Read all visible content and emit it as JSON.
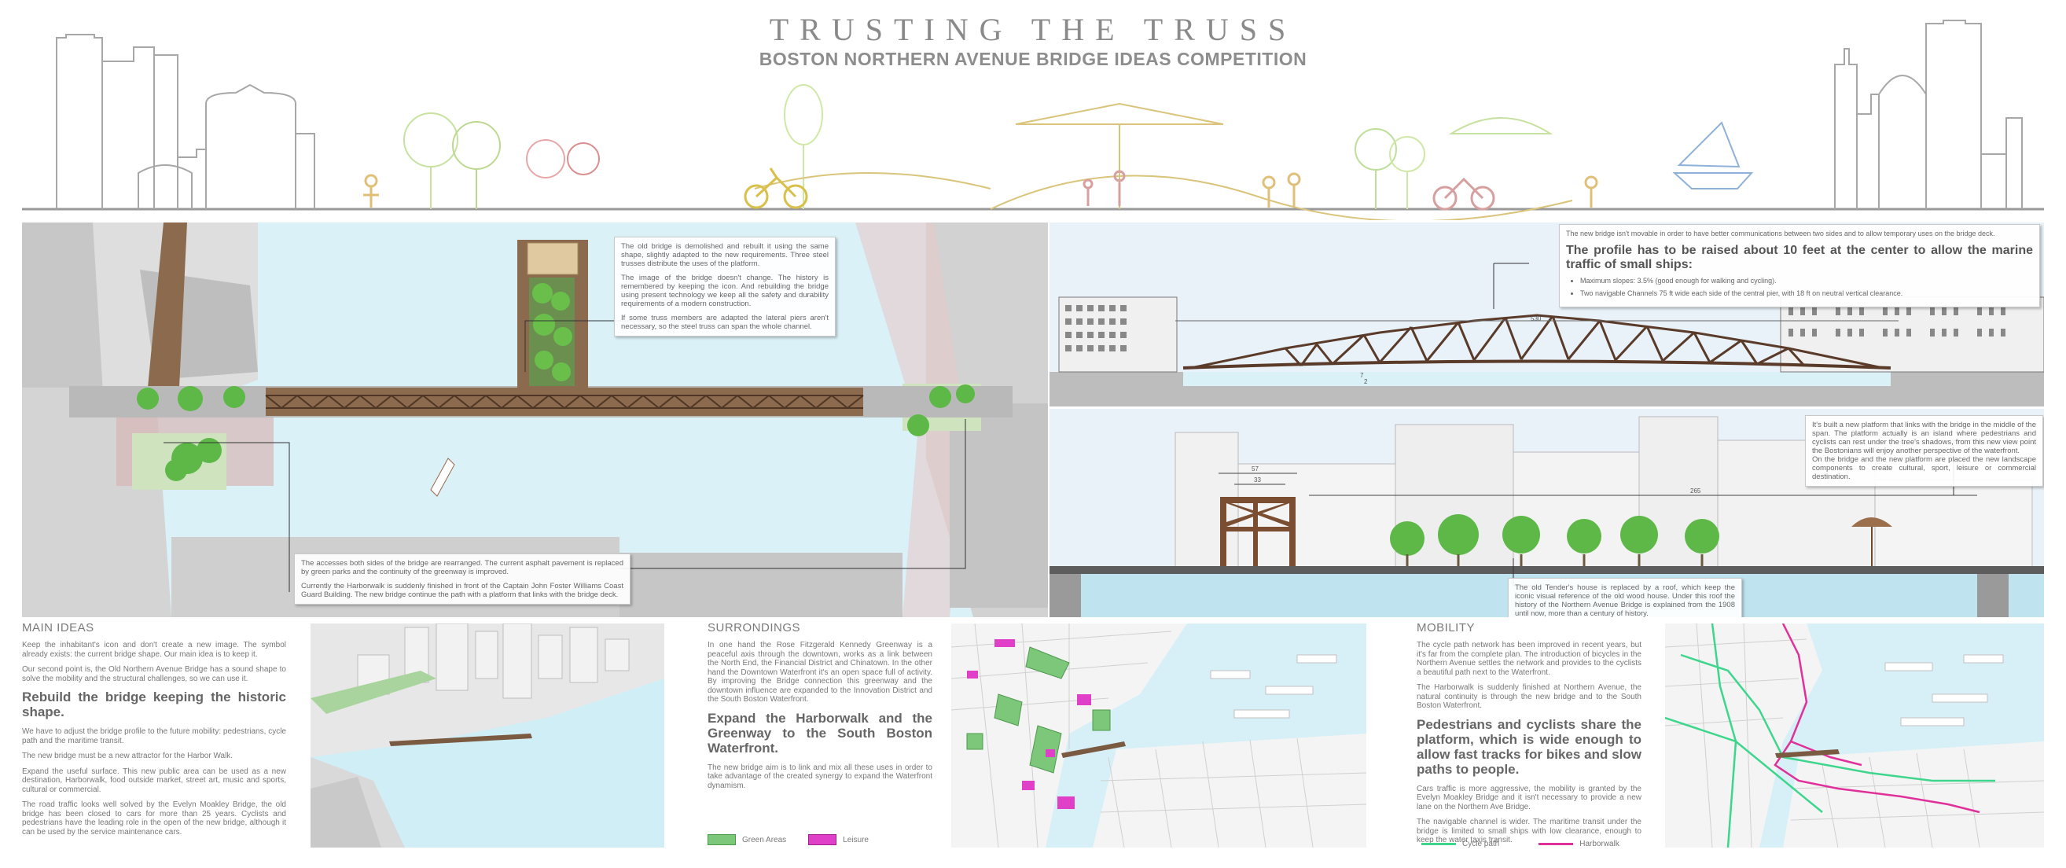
{
  "header": {
    "title": "TRUSTING THE TRUSS",
    "subtitle": "BOSTON NORTHERN AVENUE BRIDGE IDEAS COMPETITION"
  },
  "plan": {
    "callout_top": [
      "The old bridge is demolished and rebuilt it using the same shape, slightly adapted to the new requirements. Three steel trusses distribute the uses of the platform.",
      "The image of the bridge doesn't change. The history is remembered by keeping the icon. And rebuilding the bridge using present technology we keep all the safety and durability requirements of a modern construction.",
      "If some truss members are adapted the lateral piers aren't necessary, so the steel truss can span the whole channel."
    ],
    "callout_bottom": [
      "The accesses both sides of the bridge are rearranged. The current asphalt pavement is replaced by green parks and the continuity of the greenway is improved.",
      "Currently the Harborwalk is suddenly finished in front of the Captain John Foster Williams Coast Guard Building. The new bridge continue the path with a platform that links with the bridge deck."
    ]
  },
  "elevation": {
    "callout_intro": "The new bridge isn't movable in order to have better communications between two sides and to allow temporary uses on the bridge deck.",
    "callout_heading": "The profile has to be raised about 10 feet at the center to allow the marine traffic of small ships:",
    "callout_bullets": [
      "Maximum slopes: 3.5% (good enough for walking and cycling).",
      "Two navigable Channels 75 ft wide each side of the central pier, with 18 ft on neutral vertical clearance."
    ],
    "dim_span": "530",
    "dim_left": "7",
    "dim_right": "2"
  },
  "section": {
    "callout_right": "It's built a new platform that links with the bridge in the middle of the span. The platform actually is an island where pedestrians and cyclists can rest under the tree's shadows, from this new view point the Bostonians will enjoy another perspective of the waterfront.\nOn the bridge and the new platform are placed the new landscape components to create cultural, sport, leisure or commercial destination.",
    "callout_bottom": "The old Tender's house is replaced by a roof, which keep the iconic visual reference of the old wood house. Under this roof the history of the Northern Avenue Bridge is explained from the 1908 until now, more than a century of history.",
    "dim_a": "57",
    "dim_b": "33",
    "dim_c": "265"
  },
  "main_ideas": {
    "heading": "MAIN IDEAS",
    "p1": "Keep the inhabitant's icon and don't create a new image. The symbol already exists: the current bridge shape. Our main idea is to keep it.",
    "p2": "Our second point is, the Old Northern Avenue Bridge has a sound shape to solve the mobility and the structural challenges, so we can use it.",
    "lead": "Rebuild the bridge keeping the historic shape.",
    "p3": "We have to adjust the bridge profile to the future mobility: pedestrians, cycle path and the maritime transit.",
    "p4": "The new bridge must be a new attractor for the Harbor Walk.",
    "p5": "Expand the useful surface. This new public area can be used as a new destination, Harborwalk, food outside market, street art, music and sports, cultural or commercial.",
    "p6": "The road traffic looks well solved by the Evelyn Moakley Bridge, the old bridge has been closed to cars for more than 25 years. Cyclists and pedestrians have the leading role in the open of the new bridge, although it can be used by the service maintenance cars."
  },
  "surroundings": {
    "heading": "SURRONDINGS",
    "p1": "In one hand the Rose Fitzgerald Kennedy Greenway is a peaceful axis through the downtown, works as a link between the North End, the Financial District and Chinatown. In the other hand the Downtown Waterfront it's an open space full of activity. By improving the Bridge connection this greenway and the downtown influence are expanded to the Innovation District and the South Boston Waterfront.",
    "lead": "Expand the Harborwalk and the Greenway to the South Boston Waterfront.",
    "p2": "The new bridge aim is to link and mix all these uses in order to take advantage of the created synergy to expand the Waterfront dynamism.",
    "legend": [
      {
        "label": "Green Areas",
        "color": "#7cc77a"
      },
      {
        "label": "Leisure",
        "color": "#e040c8"
      }
    ]
  },
  "mobility": {
    "heading": "MOBILITY",
    "p1": "The cycle path network has been improved in recent years, but it's far from the complete plan. The introduction of bicycles in the Northern Avenue settles the network and provides to the cyclists a beautiful path next to the Waterfront.",
    "p2": "The Harborwalk is suddenly finished at Northern Avenue, the natural continuity is through the new bridge and to the South Boston Waterfront.",
    "lead": "Pedestrians and cyclists share the platform, which is wide enough to allow fast tracks for bikes and slow paths to people.",
    "p3": "Cars traffic is more aggressive, the mobility is granted by the Evelyn Moakley Bridge and it isn't necessary to provide a new lane on the Northern Ave Bridge.",
    "p4": "The navigable channel is wider. The maritime transit under the bridge is limited to small ships with low clearance, enough to keep the water taxis transit.",
    "legend": [
      {
        "label": "Cycle path",
        "color": "#3dd68c"
      },
      {
        "label": "Harborwalk",
        "color": "#e0309a"
      }
    ]
  },
  "colors": {
    "water": "#d9f1f7",
    "green": "#7cc77a",
    "wood": "#8b6a4e",
    "line": "#a0a0a0"
  }
}
